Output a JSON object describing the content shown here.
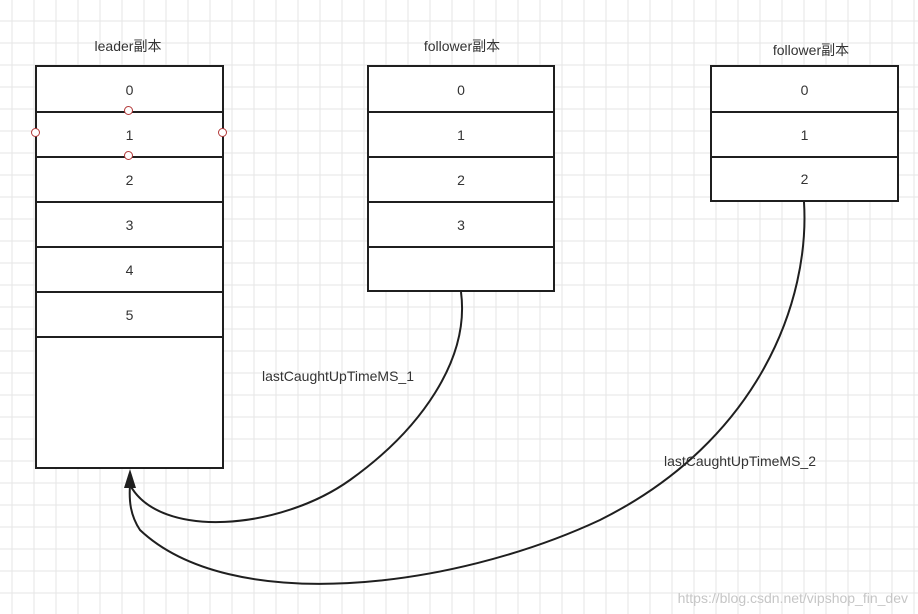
{
  "replicas": [
    {
      "title": "leader副本",
      "cells": [
        "0",
        "1",
        "2",
        "3",
        "4",
        "5"
      ]
    },
    {
      "title": "follower副本",
      "cells": [
        "0",
        "1",
        "2",
        "3",
        ""
      ]
    },
    {
      "title": "follower副本",
      "cells": [
        "0",
        "1",
        "2"
      ]
    }
  ],
  "labels": {
    "lag1": "lastCaughtUpTimeMS_1",
    "lag2": "lastCaughtUpTimeMS_2"
  },
  "watermark": "https://blog.csdn.net/vipshop_fin_dev",
  "colors": {
    "grid": "#e6e6e6",
    "stroke": "#1f1f1f",
    "handle": "#b33a3a",
    "text": "#333333",
    "watermark": "#c6c6c6"
  }
}
